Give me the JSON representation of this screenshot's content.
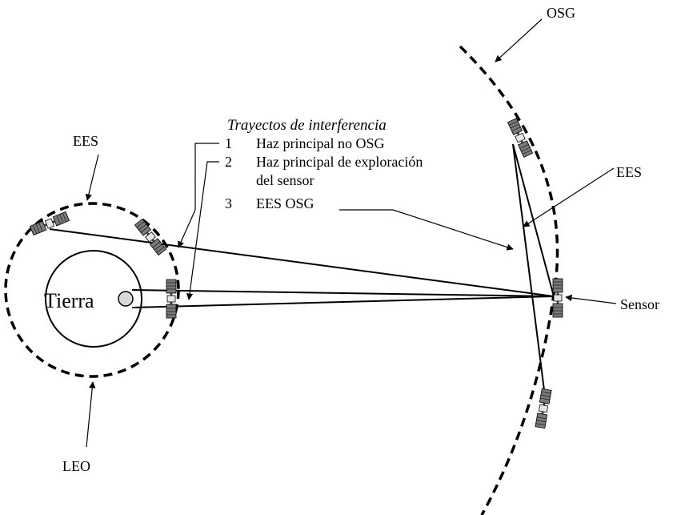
{
  "labels": {
    "osg_top": "OSG",
    "ees_left": "EES",
    "ees_right": "EES",
    "earth": "Tierra",
    "leo": "LEO",
    "sensor": "Sensor"
  },
  "legend": {
    "title": "Trayectos de interferencia",
    "items": [
      {
        "num": "1",
        "text": "Haz principal no OSG"
      },
      {
        "num": "2",
        "text": "Haz principal de exploración"
      },
      {
        "num": "",
        "text": "del sensor"
      },
      {
        "num": "3",
        "text": "EES OSG"
      }
    ]
  },
  "colors": {
    "line": "#000000",
    "panel": "#7a7a7a",
    "background": "#ffffff"
  }
}
